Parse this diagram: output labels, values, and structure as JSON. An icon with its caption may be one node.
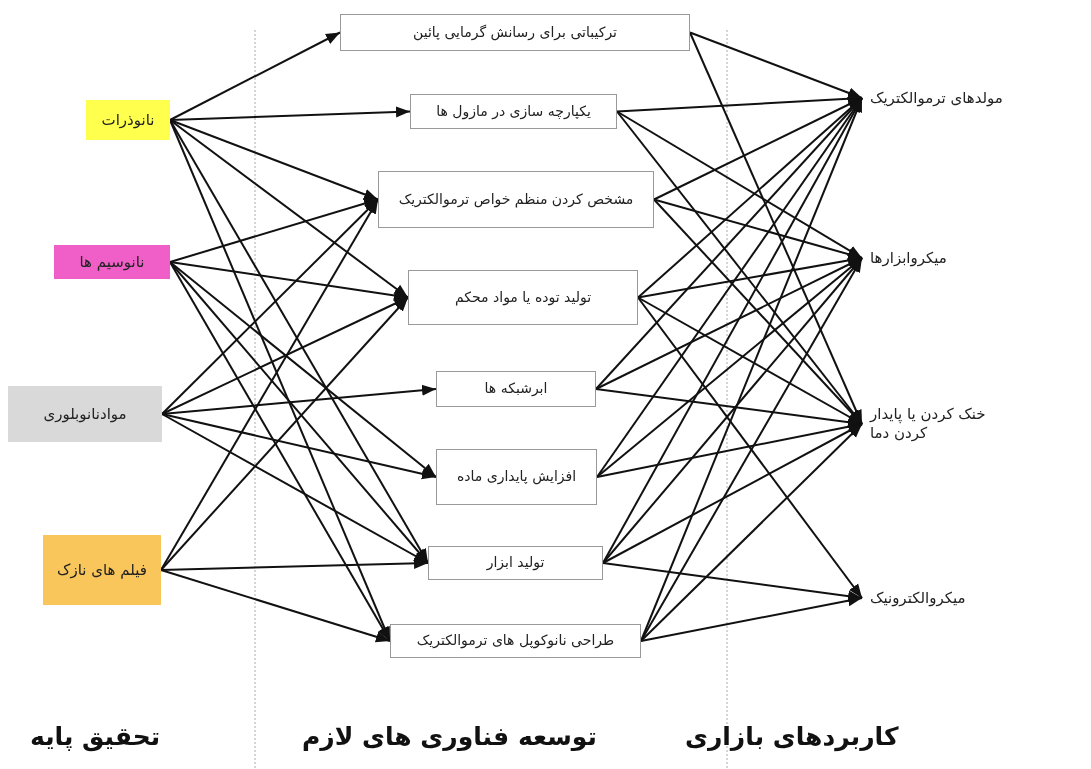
{
  "diagram": {
    "nodes": [
      {
        "text": [
          "نانوذرات"
        ]
      },
      {
        "text": [
          "نانوسیم ها"
        ]
      },
      {
        "text": [
          "موادنانوبلوری"
        ]
      },
      {
        "text": [
          "فیلم های نازک"
        ]
      },
      {
        "text": [
          "ترکیباتی برای رسانش گرمایی پائین"
        ]
      },
      {
        "text": [
          "یکپارچه سازی در مازول ها"
        ]
      },
      {
        "text": [
          "مشخص کردن منظم خواص ترموالکتریک"
        ]
      },
      {
        "text": [
          "تولید توده یا مواد محکم"
        ]
      },
      {
        "text": [
          "ابرشبکه ها"
        ]
      },
      {
        "text": [
          "افزایش پایداری ماده"
        ]
      },
      {
        "text": [
          "تولید ابزار"
        ]
      },
      {
        "text": [
          "طراحی نانوکوپل های ترموالکتریک"
        ]
      },
      {
        "text": [
          "مولدهای ترموالکتریک"
        ]
      },
      {
        "text": [
          "میکروابزارها"
        ]
      },
      {
        "text": [
          "خنک کردن یا پایدار کردن دما"
        ]
      },
      {
        "text": [
          "میکروالکترونیک"
        ]
      }
    ],
    "edges": [
      {
        "from": 0,
        "to": 4,
        "arrow": "to"
      },
      {
        "from": 0,
        "to": 5,
        "arrow": "to"
      },
      {
        "from": 0,
        "to": 6,
        "arrow": "to"
      },
      {
        "from": 0,
        "to": 7,
        "arrow": "to"
      },
      {
        "from": 0,
        "to": 10,
        "arrow": "to"
      },
      {
        "from": 0,
        "to": 11,
        "arrow": "to"
      },
      {
        "from": 1,
        "to": 6,
        "arrow": "to"
      },
      {
        "from": 1,
        "to": 7,
        "arrow": "to"
      },
      {
        "from": 1,
        "to": 9,
        "arrow": "to"
      },
      {
        "from": 1,
        "to": 10,
        "arrow": "to"
      },
      {
        "from": 1,
        "to": 11,
        "arrow": "to"
      },
      {
        "from": 2,
        "to": 6,
        "arrow": "to"
      },
      {
        "from": 2,
        "to": 7,
        "arrow": "to"
      },
      {
        "from": 2,
        "to": 8,
        "arrow": "to"
      },
      {
        "from": 2,
        "to": 9,
        "arrow": "to"
      },
      {
        "from": 2,
        "to": 10,
        "arrow": "to"
      },
      {
        "from": 3,
        "to": 6,
        "arrow": "to"
      },
      {
        "from": 3,
        "to": 7,
        "arrow": "to"
      },
      {
        "from": 3,
        "to": 10,
        "arrow": "to"
      },
      {
        "from": 3,
        "to": 11,
        "arrow": "to"
      },
      {
        "from": 4,
        "to": 12,
        "arrow": "to"
      },
      {
        "from": 4,
        "to": 14,
        "arrow": "to"
      },
      {
        "from": 5,
        "to": 12,
        "arrow": "to"
      },
      {
        "from": 5,
        "to": 13,
        "arrow": "to"
      },
      {
        "from": 5,
        "to": 14,
        "arrow": "to"
      },
      {
        "from": 6,
        "to": 12,
        "arrow": "to"
      },
      {
        "from": 6,
        "to": 13,
        "arrow": "to"
      },
      {
        "from": 6,
        "to": 14,
        "arrow": "to"
      },
      {
        "from": 7,
        "to": 12,
        "arrow": "to"
      },
      {
        "from": 7,
        "to": 13,
        "arrow": "to"
      },
      {
        "from": 7,
        "to": 14,
        "arrow": "to"
      },
      {
        "from": 7,
        "to": 15,
        "arrow": "to"
      },
      {
        "from": 8,
        "to": 12,
        "arrow": "to"
      },
      {
        "from": 8,
        "to": 13,
        "arrow": "to"
      },
      {
        "from": 8,
        "to": 14,
        "arrow": "to"
      },
      {
        "from": 9,
        "to": 12,
        "arrow": "to"
      },
      {
        "from": 9,
        "to": 13,
        "arrow": "to"
      },
      {
        "from": 9,
        "to": 14,
        "arrow": "to"
      },
      {
        "from": 10,
        "to": 12,
        "arrow": "to"
      },
      {
        "from": 10,
        "to": 13,
        "arrow": "to"
      },
      {
        "from": 10,
        "to": 14,
        "arrow": "to"
      },
      {
        "from": 10,
        "to": 15,
        "arrow": "to"
      },
      {
        "from": 11,
        "to": 12,
        "arrow": "to"
      },
      {
        "from": 11,
        "to": 13,
        "arrow": "to"
      },
      {
        "from": 11,
        "to": 14,
        "arrow": "to"
      },
      {
        "from": 11,
        "to": 15,
        "arrow": "to"
      }
    ],
    "labels": [
      "تحقیق پایه",
      "توسعه فناوری های لازم",
      "کاربردهای بازاری"
    ]
  }
}
